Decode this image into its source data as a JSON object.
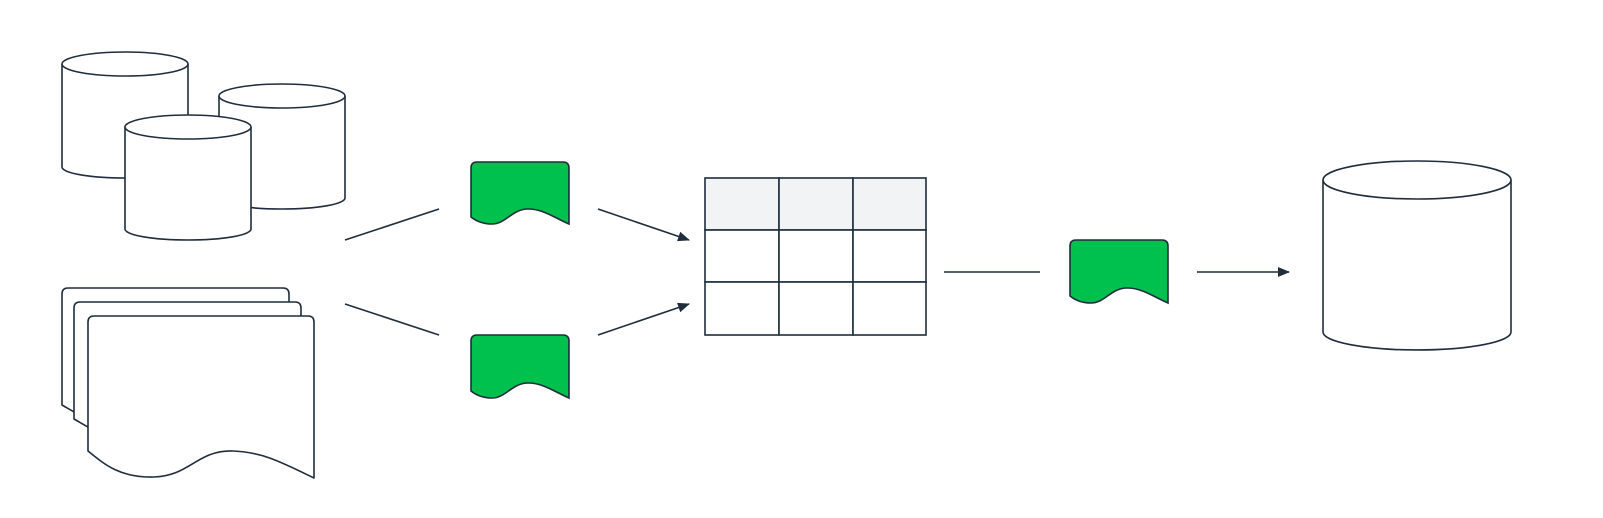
{
  "diagram": {
    "colors": {
      "stroke": "#1f2d3d",
      "background": "#ffffff",
      "transform_step": "#00c14d",
      "table_header": "#f1f3f5",
      "table_body": "#ffffff"
    },
    "sources": [
      {
        "icon": "database-icon"
      },
      {
        "icon": "database-icon"
      },
      {
        "icon": "database-icon"
      },
      {
        "icon": "document-stack-icon"
      }
    ],
    "transform_steps": [
      {
        "icon": "document-icon"
      },
      {
        "icon": "document-icon"
      },
      {
        "icon": "document-icon"
      }
    ],
    "table": {
      "icon": "table-icon",
      "rows": 3,
      "columns": 3,
      "header_rows": 1
    },
    "target": {
      "icon": "database-icon"
    }
  }
}
